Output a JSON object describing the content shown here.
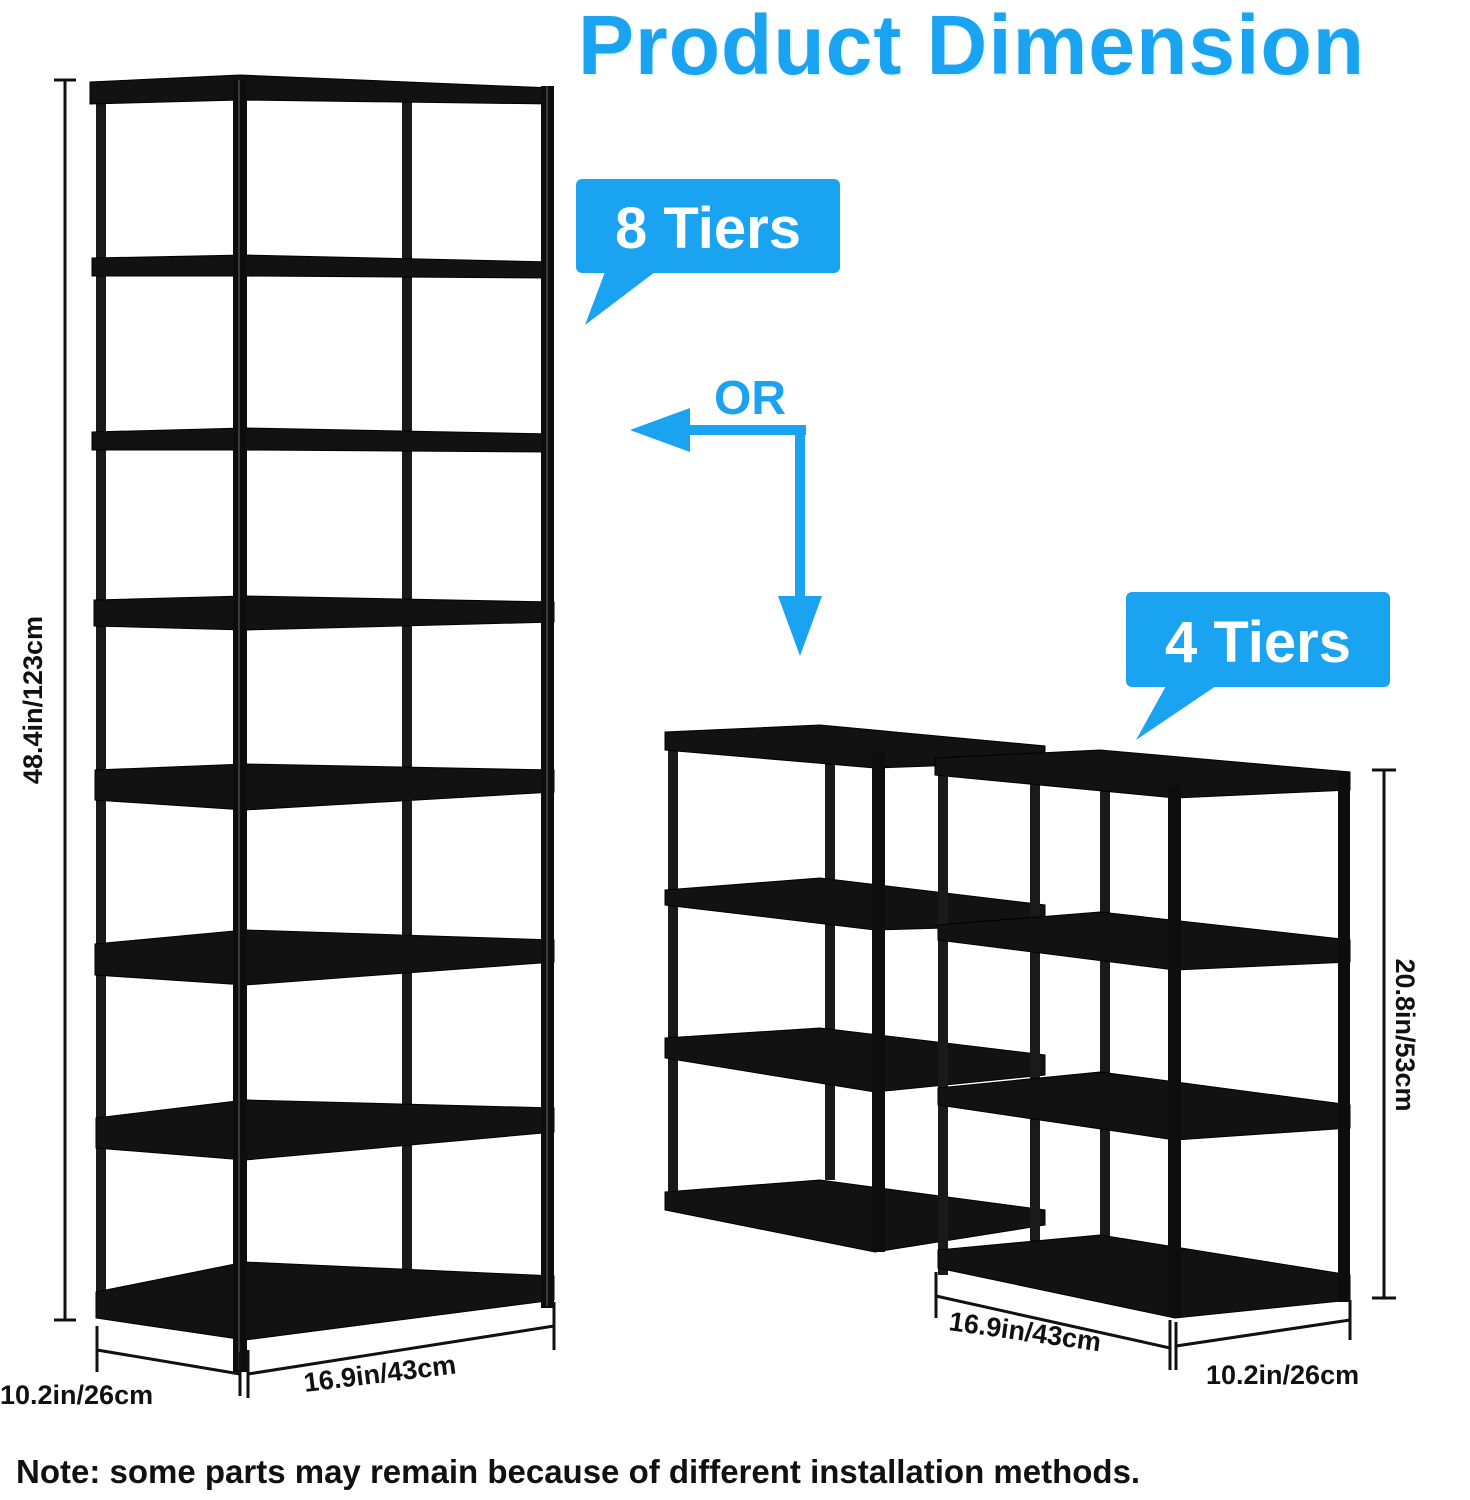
{
  "title": "Product Dimension",
  "labels": {
    "tiers_8": "8 Tiers",
    "tiers_4": "4 Tiers",
    "or": "OR"
  },
  "dimensions": {
    "tall_height": "48.4in/123cm",
    "tall_depth": "10.2in/26cm",
    "tall_width": "16.9in/43cm",
    "short_height": "20.8in/53cm",
    "short_width": "16.9in/43cm",
    "short_depth": "10.2in/26cm"
  },
  "note": "Note: some parts may remain because of different installation methods.",
  "colors": {
    "accent": "#1aa3f0",
    "shelf": "#111111",
    "text": "#111111"
  }
}
